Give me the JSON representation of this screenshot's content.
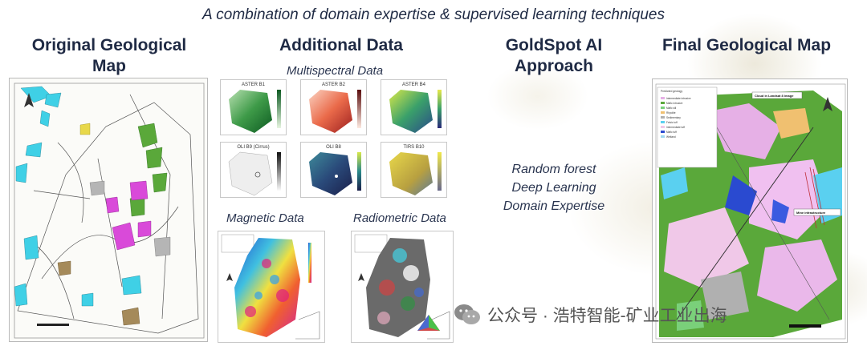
{
  "tagline": "A combination of domain expertise & supervised learning techniques",
  "columns": {
    "original": {
      "title_line1": "Original Geological",
      "title_line2": "Map"
    },
    "additional": {
      "title": "Additional Data"
    },
    "goldspot": {
      "title_line1": "GoldSpot AI",
      "title_line2": "Approach"
    },
    "final": {
      "title": "Final Geological Map"
    }
  },
  "multispectral": {
    "label": "Multispectral Data",
    "panels": [
      "ASTER B1",
      "ASTER B2",
      "ASTER B4",
      "OLI B9 (Cirrus)",
      "OLI B8",
      "TIRS B10"
    ]
  },
  "magnetic": {
    "label": "Magnetic Data"
  },
  "radiometric": {
    "label": "Radiometric Data"
  },
  "ai_methods": [
    "Random forest",
    "Deep Learning",
    "Domain Expertise"
  ],
  "final_map_callouts": {
    "cloud": "Cloud in Landsat 8 image",
    "mine": "Mine infrastructure"
  },
  "final_map_legend": {
    "title": "Predicted geology",
    "items": [
      "Intermediate intrusive",
      "Mafic intrusive",
      "Mafic sill",
      "Rhyolite",
      "Sedimentary",
      "Felsic tuff",
      "Intermediate tuff",
      "Mafic tuff",
      "Wetland"
    ]
  },
  "watermark": "公众号 · 浩特智能-矿业工业出海",
  "colors": {
    "heading": "#1f2a44",
    "accent_cyan": "#3fd0e6",
    "accent_green": "#5aa83a",
    "accent_magenta": "#d94ad9"
  }
}
